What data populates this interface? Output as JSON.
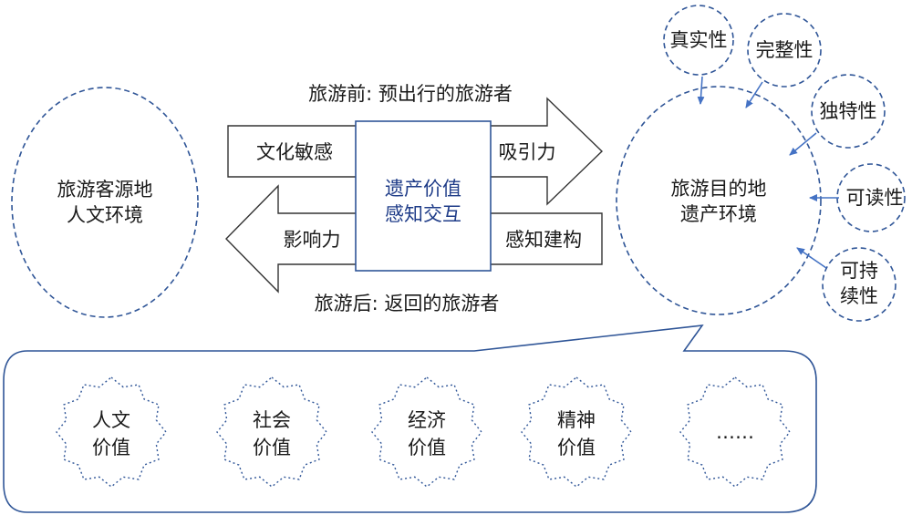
{
  "source": {
    "line1": "旅游客源地",
    "line2": "人文环境"
  },
  "destination": {
    "line1": "旅游目的地",
    "line2": "遗产环境"
  },
  "top_caption": "旅游前: 预出行的旅游者",
  "bottom_caption": "旅游后: 返回的旅游者",
  "right_arrow": {
    "left_label": "文化敏感",
    "right_label": "吸引力"
  },
  "left_arrow": {
    "left_label": "影响力",
    "right_label": "感知建构"
  },
  "center": {
    "line1": "遗产价值",
    "line2": "感知交互"
  },
  "attributes": {
    "authenticity": "真实性",
    "integrity": "完整性",
    "uniqueness": "独特性",
    "readability": "可读性",
    "sustainability_1": "可持",
    "sustainability_2": "续性"
  },
  "values": [
    {
      "line1": "人文",
      "line2": "价值"
    },
    {
      "line1": "社会",
      "line2": "价值"
    },
    {
      "line1": "经济",
      "line2": "价值"
    },
    {
      "line1": "精神",
      "line2": "价值"
    },
    {
      "line1": "……",
      "line2": ""
    }
  ],
  "colors": {
    "accent": "#2f5597",
    "arrow_line": "#4472c4",
    "text": "#1a1a1a",
    "center_text": "#1f3c88"
  }
}
